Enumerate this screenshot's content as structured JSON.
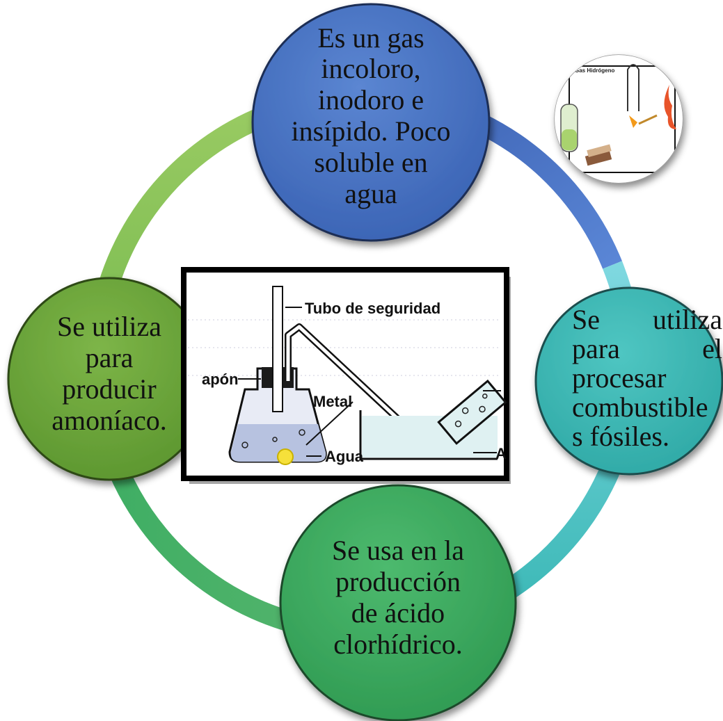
{
  "colors": {
    "blue": "#4472C4",
    "teal": "#3CBDB8",
    "green": "#3FAE64",
    "olive": "#71A83F",
    "light_green": "#8DC15A"
  },
  "nodes": {
    "top": "Es un gas\nincoloro,\ninodoro e\ninsípido. Poco\nsoluble en\nagua",
    "right": "Se utiliza para el procesar combustible s fósiles.",
    "bottom": "Se usa en la\nproducción\nde ácido\nclorhídrico.",
    "left": "Se utiliza\npara\nproducir\namoníaco."
  },
  "figure": {
    "labels": {
      "tube": "Tubo de seguridad",
      "stopper": "apón",
      "metal": "Metal",
      "water": "Agua",
      "right": "A"
    }
  },
  "photo": {
    "label": "Gas Hidrógeno"
  }
}
